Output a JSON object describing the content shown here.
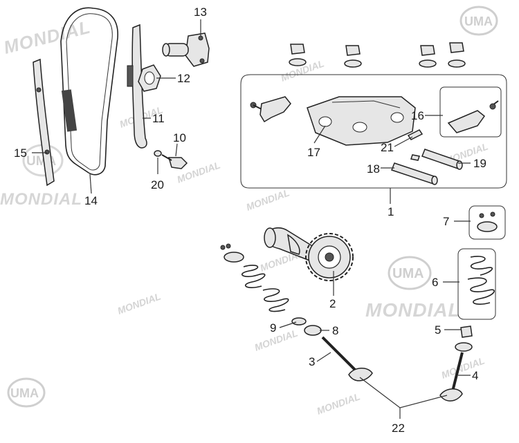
{
  "watermark": {
    "brand_text": "MONDIAL",
    "logo_text": "UMA"
  },
  "parts": [
    {
      "id": "1",
      "label": "1"
    },
    {
      "id": "2",
      "label": "2"
    },
    {
      "id": "3",
      "label": "3"
    },
    {
      "id": "4",
      "label": "4"
    },
    {
      "id": "5",
      "label": "5"
    },
    {
      "id": "6",
      "label": "6"
    },
    {
      "id": "7",
      "label": "7"
    },
    {
      "id": "8",
      "label": "8"
    },
    {
      "id": "9",
      "label": "9"
    },
    {
      "id": "10",
      "label": "10"
    },
    {
      "id": "11",
      "label": "11"
    },
    {
      "id": "12",
      "label": "12"
    },
    {
      "id": "13",
      "label": "13"
    },
    {
      "id": "14",
      "label": "14"
    },
    {
      "id": "15",
      "label": "15"
    },
    {
      "id": "16",
      "label": "16"
    },
    {
      "id": "17",
      "label": "17"
    },
    {
      "id": "18",
      "label": "18"
    },
    {
      "id": "19",
      "label": "19"
    },
    {
      "id": "20",
      "label": "20"
    },
    {
      "id": "21",
      "label": "21"
    },
    {
      "id": "22",
      "label": "22"
    }
  ]
}
